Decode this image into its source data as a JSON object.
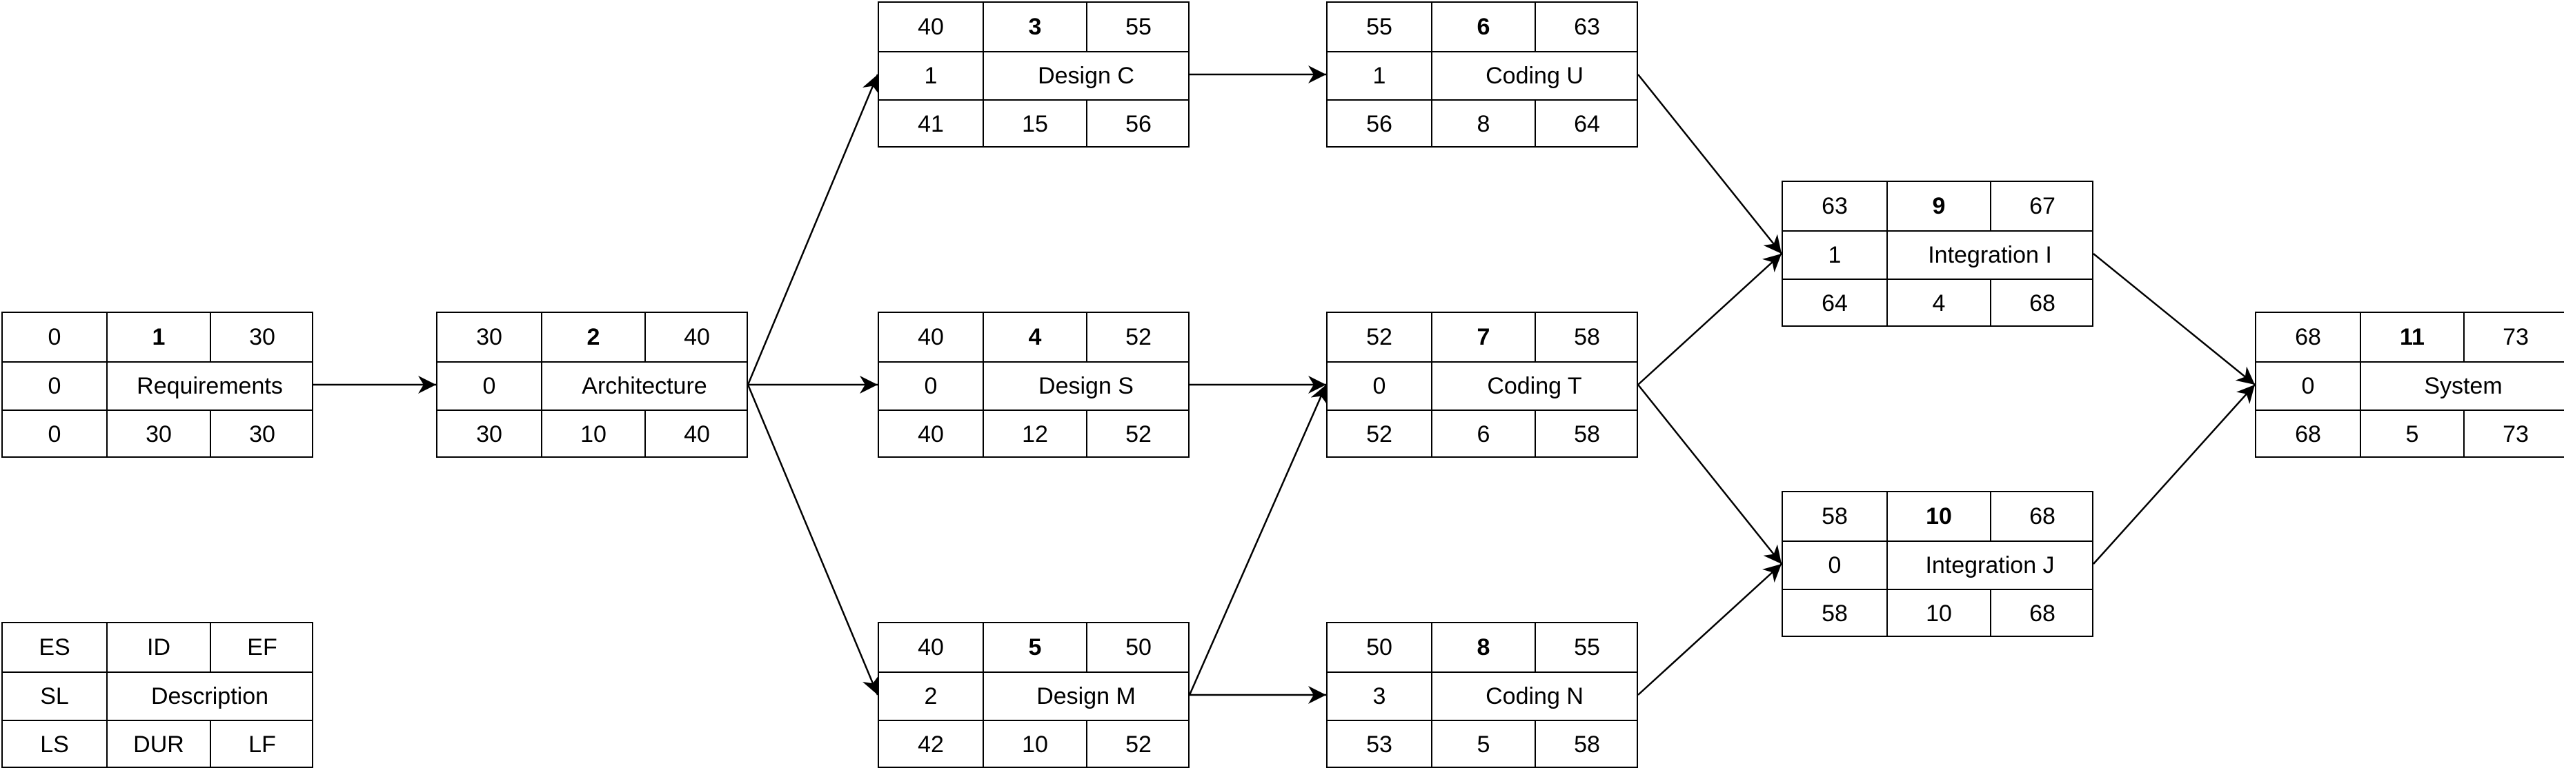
{
  "nodes": [
    {
      "key": "req",
      "es": "0",
      "id": "1",
      "ef": "30",
      "sl": "0",
      "desc": "Requirements",
      "ls": "0",
      "dur": "30",
      "lf": "30"
    },
    {
      "key": "arch",
      "es": "30",
      "id": "2",
      "ef": "40",
      "sl": "0",
      "desc": "Architecture",
      "ls": "30",
      "dur": "10",
      "lf": "40"
    },
    {
      "key": "dc",
      "es": "40",
      "id": "3",
      "ef": "55",
      "sl": "1",
      "desc": "Design C",
      "ls": "41",
      "dur": "15",
      "lf": "56"
    },
    {
      "key": "ds",
      "es": "40",
      "id": "4",
      "ef": "52",
      "sl": "0",
      "desc": "Design S",
      "ls": "40",
      "dur": "12",
      "lf": "52"
    },
    {
      "key": "dm",
      "es": "40",
      "id": "5",
      "ef": "50",
      "sl": "2",
      "desc": "Design M",
      "ls": "42",
      "dur": "10",
      "lf": "52"
    },
    {
      "key": "cu",
      "es": "55",
      "id": "6",
      "ef": "63",
      "sl": "1",
      "desc": "Coding U",
      "ls": "56",
      "dur": "8",
      "lf": "64"
    },
    {
      "key": "ct",
      "es": "52",
      "id": "7",
      "ef": "58",
      "sl": "0",
      "desc": "Coding T",
      "ls": "52",
      "dur": "6",
      "lf": "58"
    },
    {
      "key": "cn",
      "es": "50",
      "id": "8",
      "ef": "55",
      "sl": "3",
      "desc": "Coding N",
      "ls": "53",
      "dur": "5",
      "lf": "58"
    },
    {
      "key": "ii",
      "es": "63",
      "id": "9",
      "ef": "67",
      "sl": "1",
      "desc": "Integration I",
      "ls": "64",
      "dur": "4",
      "lf": "68"
    },
    {
      "key": "ij",
      "es": "58",
      "id": "10",
      "ef": "68",
      "sl": "0",
      "desc": "Integration J",
      "ls": "58",
      "dur": "10",
      "lf": "68"
    },
    {
      "key": "sys",
      "es": "68",
      "id": "11",
      "ef": "73",
      "sl": "0",
      "desc": "System",
      "ls": "68",
      "dur": "5",
      "lf": "73"
    }
  ],
  "legend": {
    "es": "ES",
    "id": "ID",
    "ef": "EF",
    "sl": "SL",
    "desc": "Description",
    "ls": "LS",
    "dur": "DUR",
    "lf": "LF"
  },
  "edges": [
    [
      "req",
      "arch"
    ],
    [
      "arch",
      "dc"
    ],
    [
      "arch",
      "ds"
    ],
    [
      "arch",
      "dm"
    ],
    [
      "dc",
      "cu"
    ],
    [
      "ds",
      "ct"
    ],
    [
      "dm",
      "ct"
    ],
    [
      "dm",
      "cn"
    ],
    [
      "cu",
      "ii"
    ],
    [
      "ct",
      "ii"
    ],
    [
      "ct",
      "ij"
    ],
    [
      "cn",
      "ij"
    ],
    [
      "ii",
      "sys"
    ],
    [
      "ij",
      "sys"
    ]
  ]
}
